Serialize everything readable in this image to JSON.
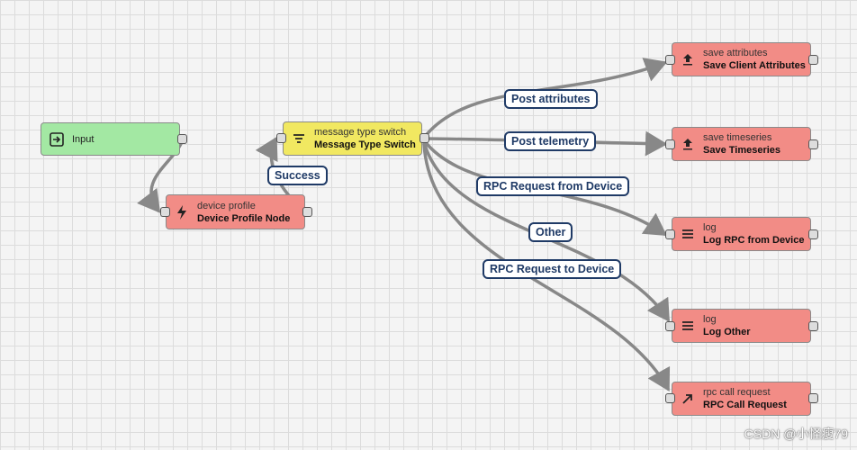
{
  "nodes": {
    "input": {
      "label": "Input",
      "icon": "input-icon",
      "color": "#a3e8a3"
    },
    "device_profile": {
      "type": "device profile",
      "name": "Device Profile Node",
      "icon": "lightning-icon",
      "color": "#f28c86"
    },
    "message_type_switch": {
      "type": "message type switch",
      "name": "Message Type Switch",
      "icon": "filter-icon",
      "color": "#f1e861"
    },
    "save_attributes": {
      "type": "save attributes",
      "name": "Save Client Attributes",
      "icon": "upload-icon",
      "color": "#f28c86"
    },
    "save_timeseries": {
      "type": "save timeseries",
      "name": "Save Timeseries",
      "icon": "upload-icon",
      "color": "#f28c86"
    },
    "log_rpc": {
      "type": "log",
      "name": "Log RPC from Device",
      "icon": "menu-icon",
      "color": "#f28c86"
    },
    "log_other": {
      "type": "log",
      "name": "Log Other",
      "icon": "menu-icon",
      "color": "#f28c86"
    },
    "rpc_call": {
      "type": "rpc call request",
      "name": "RPC Call Request",
      "icon": "arrow-up-right-icon",
      "color": "#f28c86"
    }
  },
  "edges": {
    "success": "Success",
    "post_attributes": "Post attributes",
    "post_telemetry": "Post telemetry",
    "rpc_from_device": "RPC Request from Device",
    "other": "Other",
    "rpc_to_device": "RPC Request to Device"
  },
  "colors": {
    "edge": "#888888",
    "label_border": "#1f3a66"
  },
  "watermark": "CSDN @小怪瘦79"
}
